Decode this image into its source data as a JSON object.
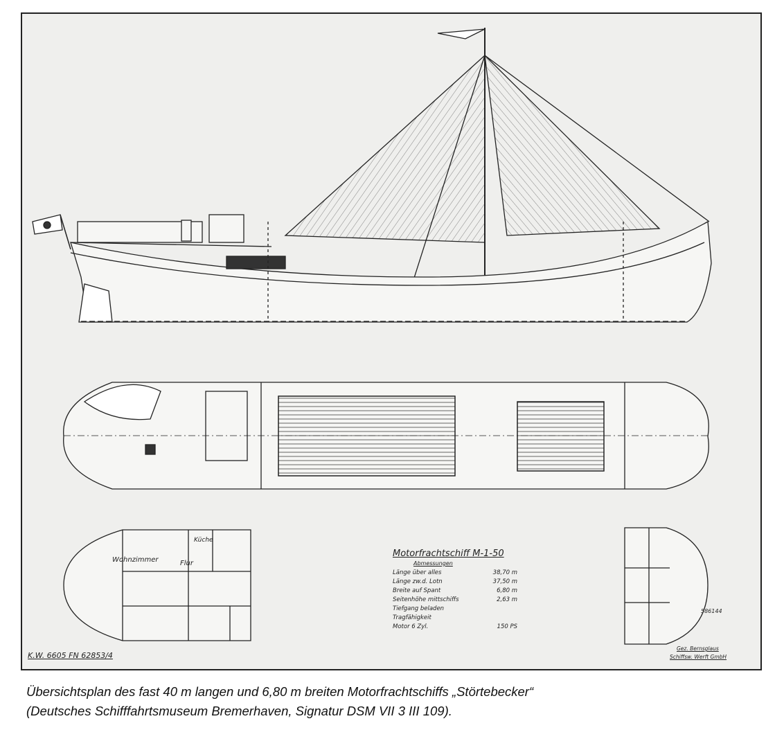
{
  "drawing": {
    "title_block": {
      "title": "Motorfrachtschiff M-1-50",
      "subtitle": "Abmessungen",
      "rows": [
        {
          "label": "Länge über alles",
          "value": "38,70 m"
        },
        {
          "label": "Länge zw.d. Lotn",
          "value": "37,50 m"
        },
        {
          "label": "Breite auf Spant",
          "value": "6,80 m"
        },
        {
          "label": "Seitenhöhe mittschiffs",
          "value": "2,63 m"
        },
        {
          "label": "Tiefgang beladen",
          "value": ""
        },
        {
          "label": "Tragfähigkeit",
          "value": ""
        },
        {
          "label": "Motor 6 Zyl.",
          "value": "150 PS"
        }
      ]
    },
    "drawing_number": "K.W. 6605   FN 62853/4",
    "stamp_number": "586144",
    "signature_lines": [
      "Gez. Bernsglaus",
      "Schiffsw. Werft GmbH"
    ],
    "plan_labels": {
      "living_room": "Wohnzimmer",
      "kitchen": "Küche",
      "hall": "Flur"
    }
  },
  "caption": {
    "line1": "Übersichtsplan des fast 40 m langen und 6,80 m breiten Motorfrachtschiffs „Störtebecker“",
    "line2": "(Deutsches Schifffahrtsmuseum Bremerhaven, Signatur DSM VII 3 III 109)."
  }
}
